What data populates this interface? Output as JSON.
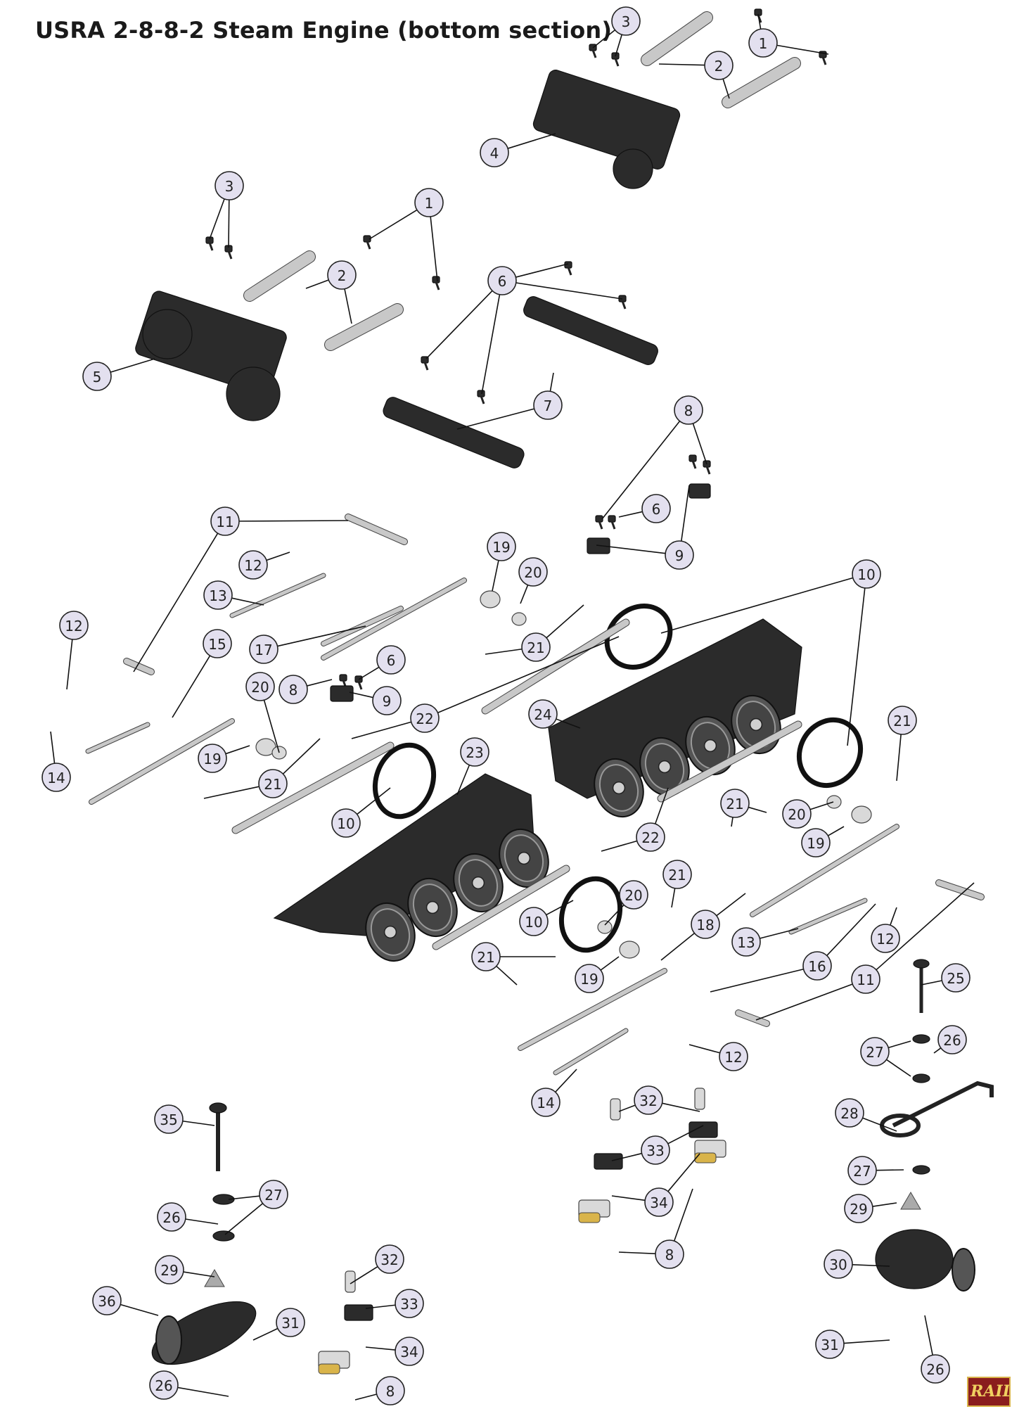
{
  "title": "USRA 2-8-8-2 Steam Engine (bottom section)",
  "logo_text": "RAILK",
  "callouts": [
    "1",
    "2",
    "3",
    "4",
    "5",
    "6",
    "7",
    "8",
    "9",
    "10",
    "11",
    "12",
    "13",
    "14",
    "15",
    "16",
    "17",
    "18",
    "19",
    "20",
    "21",
    "22",
    "23",
    "24",
    "25",
    "26",
    "27",
    "28",
    "29",
    "30",
    "31",
    "32",
    "33",
    "34",
    "35",
    "36"
  ],
  "colors": {
    "callout_fill": "#e3e0ef",
    "part_dark": "#2b2b2b",
    "brass": "#d9b44a"
  }
}
